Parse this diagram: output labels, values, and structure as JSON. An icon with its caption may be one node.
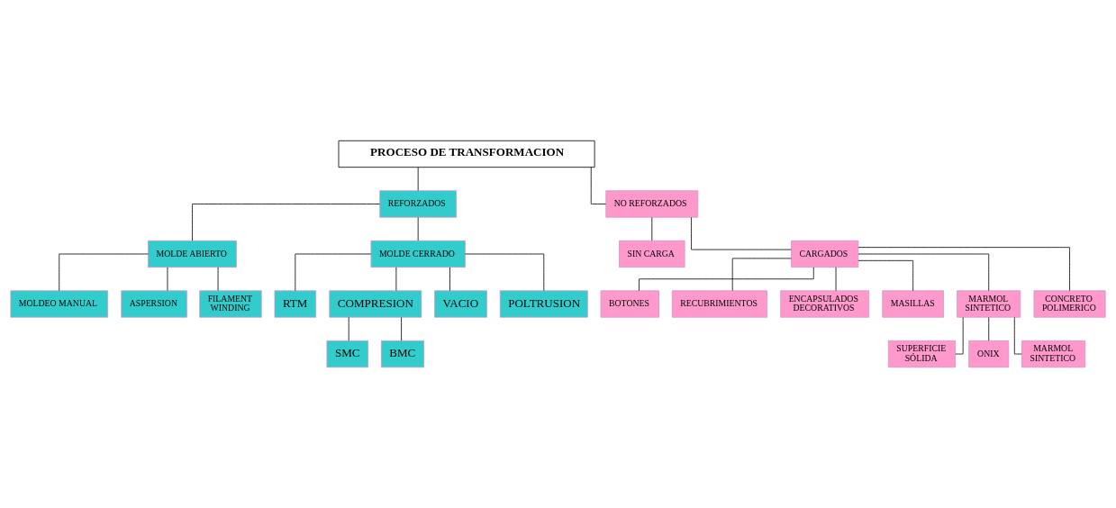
{
  "diagram": {
    "nodes": [
      {
        "text": [
          "PROCESO DE TRANSFORMACION"
        ]
      },
      {
        "text": [
          "REFORZADOS"
        ]
      },
      {
        "text": [
          "NO REFORZADOS"
        ]
      },
      {
        "text": [
          "MOLDE ABIERTO"
        ]
      },
      {
        "text": [
          "MOLDE CERRADO"
        ]
      },
      {
        "text": [
          "SIN CARGA"
        ]
      },
      {
        "text": [
          "CARGADOS"
        ]
      },
      {
        "text": [
          "MOLDEO MANUAL"
        ]
      },
      {
        "text": [
          "ASPERSION"
        ]
      },
      {
        "text": [
          "FILAMENT WINDING"
        ]
      },
      {
        "text": [
          "BOTONES"
        ]
      },
      {
        "text": [
          "RECUBRIMIENTOS"
        ]
      },
      {
        "text": [
          "ENCAPSULADOS DECORATIVOS"
        ]
      },
      {
        "text": [
          "RTM"
        ]
      },
      {
        "text": [
          "COMPRESION"
        ]
      },
      {
        "text": [
          "VACIO"
        ]
      },
      {
        "text": [
          "POLTRUSION"
        ]
      },
      {
        "text": [
          "MASILLAS"
        ]
      },
      {
        "text": [
          "MARMOL SINTETICO"
        ]
      },
      {
        "text": [
          "CONCRETO POLIMERICO"
        ]
      },
      {
        "text": [
          "SMC"
        ]
      },
      {
        "text": [
          "BMC"
        ]
      },
      {
        "text": [
          "SUPERFICIE SÓLIDA"
        ]
      },
      {
        "text": [
          "ONIX"
        ]
      },
      {
        "text": [
          "MARMOL SINTETICO"
        ]
      }
    ],
    "edges": [
      {
        "from": 0,
        "to": 1,
        "arrow": "none"
      },
      {
        "from": 0,
        "to": 2,
        "arrow": "none"
      },
      {
        "from": 1,
        "to": 3,
        "arrow": "none"
      },
      {
        "from": 1,
        "to": 4,
        "arrow": "none"
      },
      {
        "from": 2,
        "to": 5,
        "arrow": "none"
      },
      {
        "from": 2,
        "to": 6,
        "arrow": "none"
      },
      {
        "from": 3,
        "to": 7,
        "arrow": "none"
      },
      {
        "from": 3,
        "to": 8,
        "arrow": "none"
      },
      {
        "from": 3,
        "to": 9,
        "arrow": "none"
      },
      {
        "from": 6,
        "to": 10,
        "arrow": "none"
      },
      {
        "from": 6,
        "to": 11,
        "arrow": "none"
      },
      {
        "from": 6,
        "to": 12,
        "arrow": "none"
      },
      {
        "from": 4,
        "to": 13,
        "arrow": "none"
      },
      {
        "from": 4,
        "to": 14,
        "arrow": "none"
      },
      {
        "from": 4,
        "to": 15,
        "arrow": "none"
      },
      {
        "from": 4,
        "to": 16,
        "arrow": "none"
      },
      {
        "from": 6,
        "to": 17,
        "arrow": "none"
      },
      {
        "from": 6,
        "to": 18,
        "arrow": "none"
      },
      {
        "from": 6,
        "to": 19,
        "arrow": "none"
      },
      {
        "from": 14,
        "to": 20,
        "arrow": "none"
      },
      {
        "from": 14,
        "to": 21,
        "arrow": "none"
      },
      {
        "from": 18,
        "to": 22,
        "arrow": "none"
      },
      {
        "from": 18,
        "to": 23,
        "arrow": "none"
      },
      {
        "from": 18,
        "to": 24,
        "arrow": "none"
      }
    ]
  }
}
